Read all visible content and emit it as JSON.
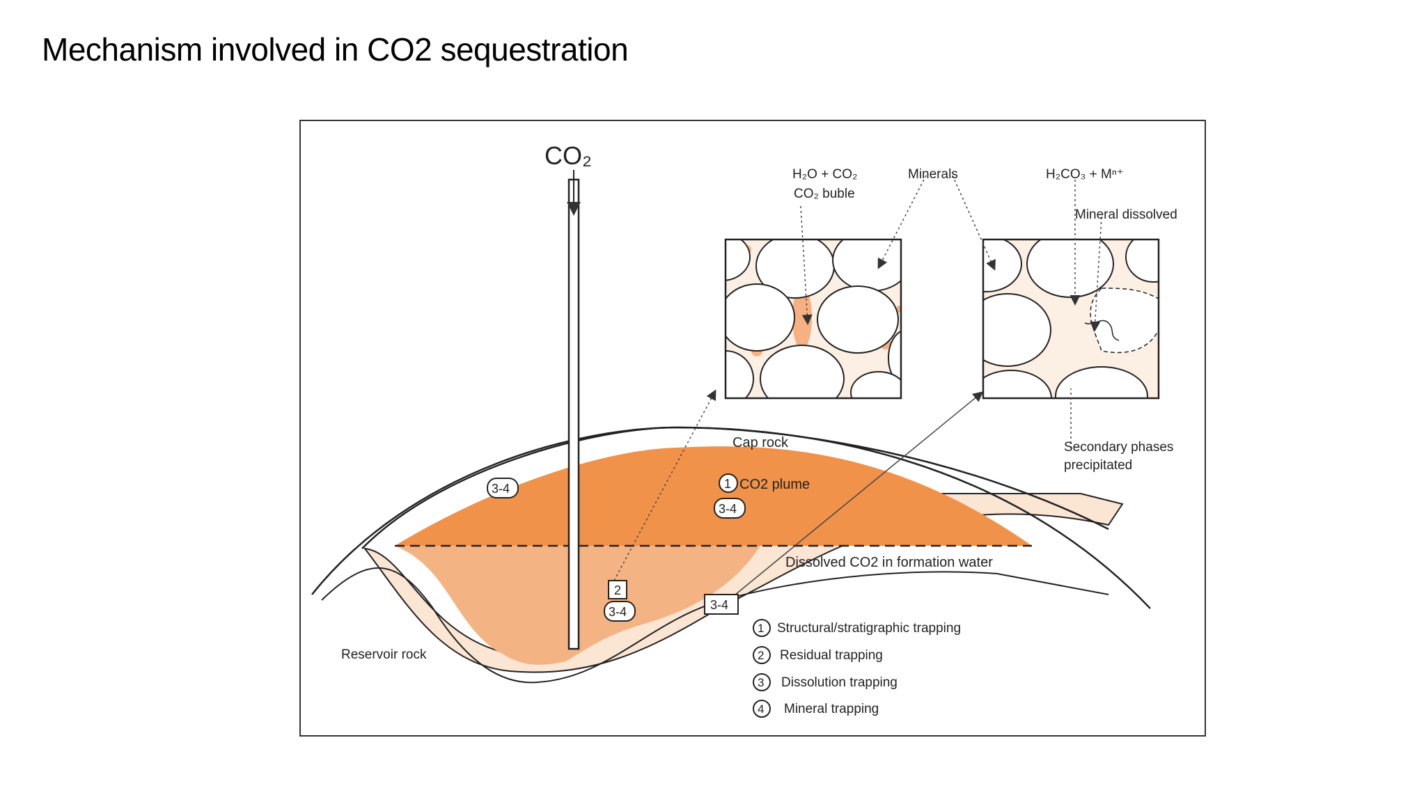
{
  "slide": {
    "title": "Mechanism involved in CO2 sequestration"
  },
  "diagram": {
    "injection_label": "CO₂",
    "cap_rock": "Cap rock",
    "reservoir_rock": "Reservoir rock",
    "plume": "CO2 plume",
    "dissolved": "Dissolved CO2 in formation water",
    "box1_line1": "H₂O + CO₂",
    "box1_line2": "CO₂ buble",
    "minerals": "Minerals",
    "box2_line1": "H₂CO₃ + Mⁿ⁺",
    "mineral_dissolved": "Mineral dissolved",
    "secondary_line1": "Secondary phases",
    "secondary_line2": "precipitated",
    "badge_34": "3-4",
    "badge_2": "2",
    "badge_1": "1",
    "legend": [
      {
        "num": "1",
        "text": "Structural/stratigraphic trapping"
      },
      {
        "num": "2",
        "text": "Residual trapping"
      },
      {
        "num": "3",
        "text": "Dissolution trapping"
      },
      {
        "num": "4",
        "text": "Mineral trapping"
      }
    ],
    "colors": {
      "plume": "#f0924a",
      "dissolved_dark": "#f4b383",
      "dissolved_light": "#fbe5d3",
      "pore_fill": "#fcefe3",
      "pore_bubble": "#f5a672"
    }
  }
}
